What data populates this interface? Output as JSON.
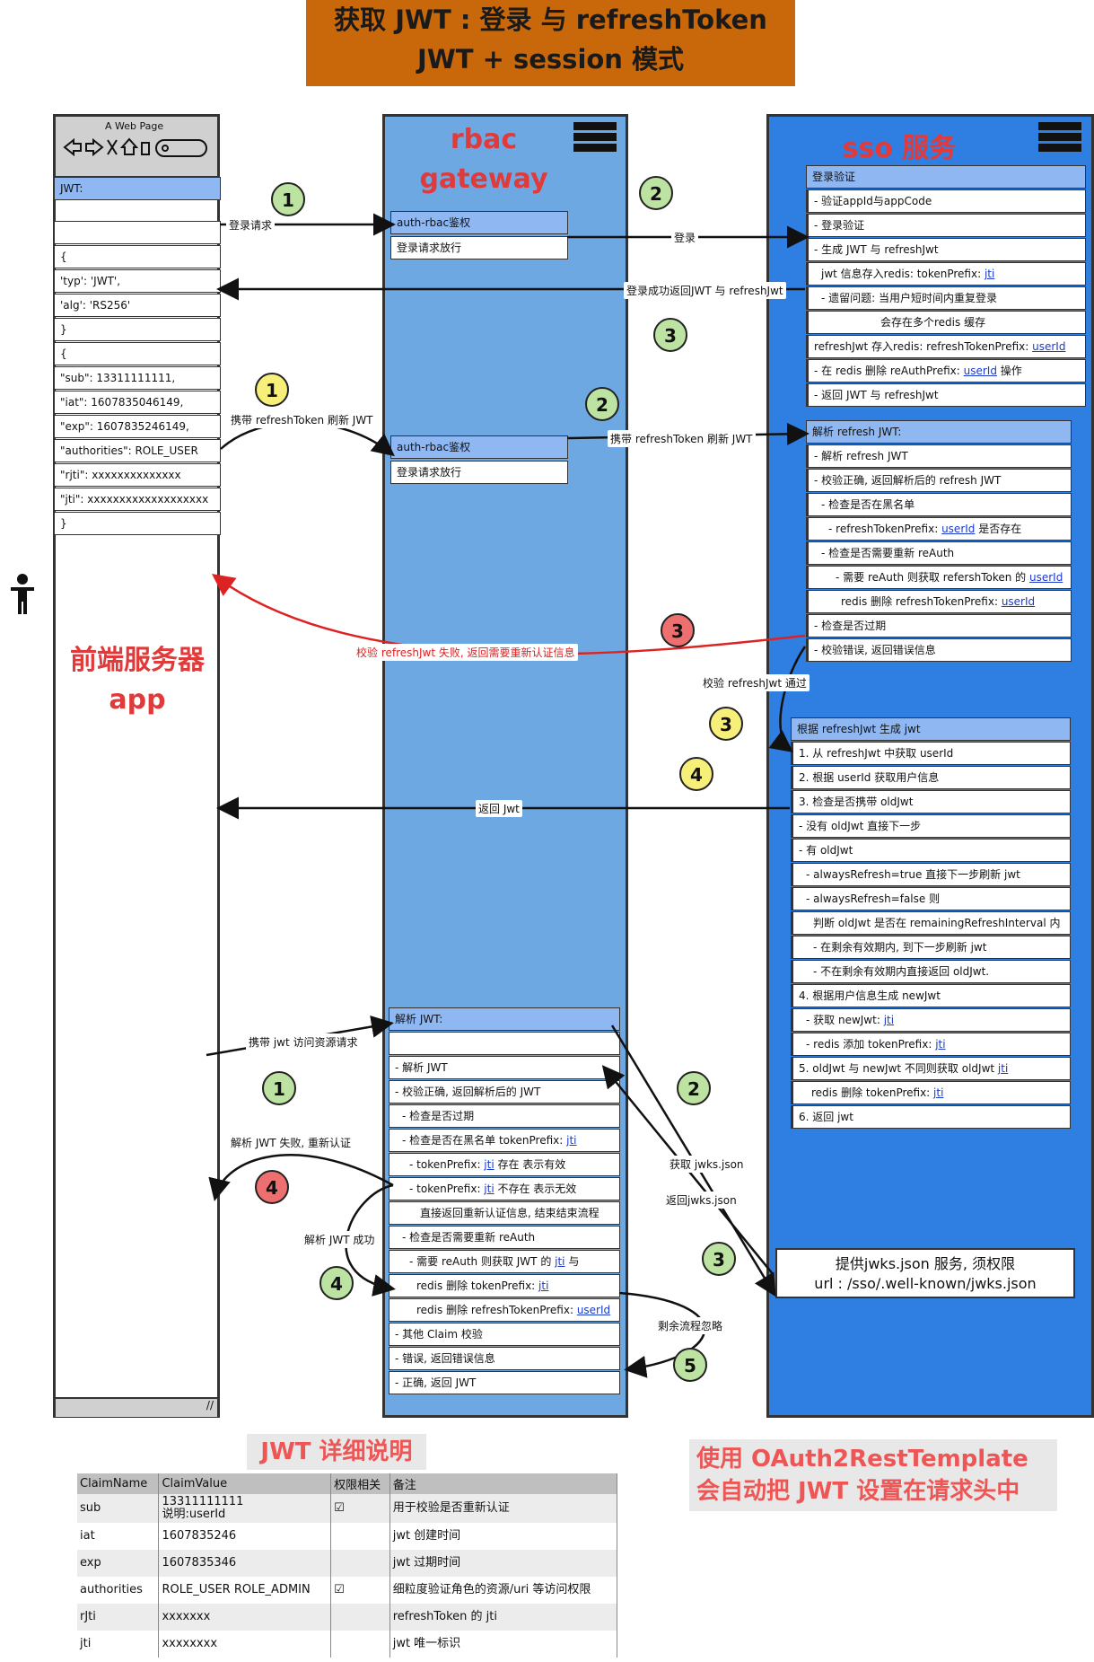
{
  "title": {
    "line1": "获取 JWT : 登录 与 refreshToken",
    "line2": "JWT + session 模式"
  },
  "browser": {
    "header_title": "A Web Page",
    "rows": [
      "JWT:",
      "",
      "{",
      "'typ': 'JWT',",
      "'alg': 'RS256'",
      "}",
      "{",
      "\"sub\": 13311111111,",
      "\"iat\": 1607835046149,",
      "\"exp\": 1607835246149,",
      "\"authorities\": ROLE_USER",
      "\"rjti\": xxxxxxxxxxxxxx",
      "\"jti\": xxxxxxxxxxxxxxxxxxx",
      "}"
    ],
    "label_line1": "前端服务器",
    "label_line2": "app"
  },
  "gateway": {
    "name_line1": "rbac",
    "name_line2": "gateway",
    "login_block": [
      "auth-rbac鉴权",
      "登录请求放行"
    ],
    "refresh_block": [
      "auth-rbac鉴权",
      "登录请求放行"
    ],
    "parse_block": [
      "解析 JWT:",
      "",
      "- 解析 JWT",
      "- 校验正确, 返回解析后的 JWT",
      "- 检查是否过期",
      "- 检查是否在黑名单 tokenPrefix: ",
      "-  tokenPrefix: ",
      "-  tokenPrefix: ",
      "直接返回重新认证信息, 结束结束流程",
      "- 检查是否需要重新 reAuth",
      "- 需要 reAuth 则获取 JWT 的 ",
      "redis 删除 tokenPrefix: ",
      "redis 删除 refreshTokenPrefix: ",
      "- 其他 Claim 校验",
      "- 错误, 返回错误信息",
      "- 正确, 返回 JWT"
    ],
    "parse_suffix": {
      "r6": "jti",
      "r7a": "jti",
      "r7b": " 存在 表示有效",
      "r8a": "jti",
      "r8b": " 不存在 表示无效",
      "r11a": "jti",
      "r11b": " 与",
      "r12": "jti",
      "r13": "userId"
    }
  },
  "sso": {
    "name": "sso 服务",
    "login_block": [
      "登录验证",
      "- 验证appId与appCode",
      "- 登录验证",
      "- 生成 JWT 与 refreshJwt",
      "jwt 信息存入redis: tokenPrefix: ",
      "- 遗留问题: 当用户短时间内重复登录",
      "会存在多个redis 缓存",
      "refreshJwt 存入redis: refreshTokenPrefix: ",
      "- 在 redis 删除 reAuthPrefix: ",
      "- 返回 JWT 与 refreshJwt"
    ],
    "login_suffix": {
      "r4": "jti",
      "r7": "userId",
      "r8a": "userId",
      "r8b": " 操作"
    },
    "refresh_block": [
      "解析 refresh JWT:",
      "- 解析 refresh JWT",
      "- 校验正确, 返回解析后的 refresh JWT",
      "- 检查是否在黑名单",
      "- refreshTokenPrefix: ",
      "- 检查是否需要重新 reAuth",
      "- 需要 reAuth 则获取 refershToken 的 ",
      "redis 删除 refreshTokenPrefix: ",
      "- 检查是否过期",
      "- 校验错误, 返回错误信息"
    ],
    "refresh_suffix": {
      "r4a": "userId",
      "r4b": " 是否存在",
      "r6": "userId",
      "r7": "userId"
    },
    "gen_block": [
      "根据 refreshJwt 生成 jwt",
      "1. 从 refreshJwt 中获取 userId",
      "2. 根据 userId 获取用户信息",
      "3. 检查是否携带 oldJwt",
      "- 没有 oldJwt 直接下一步",
      "- 有 oldJwt",
      "- alwaysRefresh=true 直接下一步刷新 jwt",
      "- alwaysRefresh=false 则",
      "判断 oldJwt 是否在 remainingRefreshInterval 内",
      "- 在剩余有效期内, 到下一步刷新 jwt",
      "- 不在剩余有效期内直接返回 oldJwt.",
      "4. 根据用户信息生成 newJwt",
      "- 获取 newJwt: ",
      "- redis 添加 tokenPrefix: ",
      "5. oldJwt 与 newJwt 不同则获取 oldJwt ",
      "redis 删除 tokenPrefix: ",
      "6. 返回 jwt"
    ],
    "gen_suffix": {
      "r12": "jti",
      "r13": "jti",
      "r14": "jti",
      "r15": "jti"
    },
    "jwks_line1": "提供jwks.json 服务, 须权限",
    "jwks_line2": "url : /sso/.well-known/jwks.json"
  },
  "labels": {
    "login_req": "登录请求",
    "login": "登录",
    "login_ok": "登录成功返回JWT 与 refreshJwt",
    "carry_refresh_left": "携带 refreshToken 刷新 JWT",
    "carry_refresh_right": "携带 refreshToken 刷新 JWT",
    "refresh_fail": "校验 refreshJwt 失败, 返回需要重新认证信息",
    "refresh_pass": "校验 refreshJwt 通过",
    "return_jwt": "返回 Jwt",
    "carry_jwt": "携带 jwt 访问资源请求",
    "parse_fail": "解析 JWT 失败, 重新认证",
    "parse_ok": "解析 JWT 成功",
    "get_jwks": "获取 jwks.json",
    "return_jwks": "返回jwks.json",
    "skip_rest": "剩余流程忽略"
  },
  "badges": [
    "1",
    "2",
    "3",
    "1",
    "2",
    "3",
    "3",
    "4",
    "1",
    "2",
    "3",
    "4",
    "4",
    "5"
  ],
  "claims": {
    "title": "JWT 详细说明",
    "headers": [
      "ClaimName",
      "ClaimValue",
      "权限相关",
      "备注"
    ],
    "rows": [
      [
        "sub",
        "13311111111\n说明:userId",
        "☑",
        "用于校验是否重新认证"
      ],
      [
        "iat",
        "1607835246",
        "",
        "jwt 创建时间"
      ],
      [
        "exp",
        "1607835346",
        "",
        "jwt 过期时间"
      ],
      [
        "authorities",
        "ROLE_USER ROLE_ADMIN",
        "☑",
        "细粒度验证角色的资源/uri 等访问权限"
      ],
      [
        "rJti",
        "xxxxxxx",
        "",
        "refreshToken 的 jti"
      ],
      [
        "jti",
        "xxxxxxxx",
        "",
        "jwt 唯一标识"
      ]
    ]
  },
  "note": {
    "line1": "使用 OAuth2RestTemplate",
    "line2": "会自动把 JWT 设置在请求头中"
  },
  "colors": {
    "title_bg": "#c8680a",
    "gateway_bg": "#6da8e2",
    "sso_bg": "#2f7fe3",
    "header_row": "#8fb8f2",
    "red_text": "#e03a3a",
    "badge_green": "#bde3a2",
    "badge_yellow": "#f6ef7a",
    "badge_red": "#ee6f6f"
  }
}
